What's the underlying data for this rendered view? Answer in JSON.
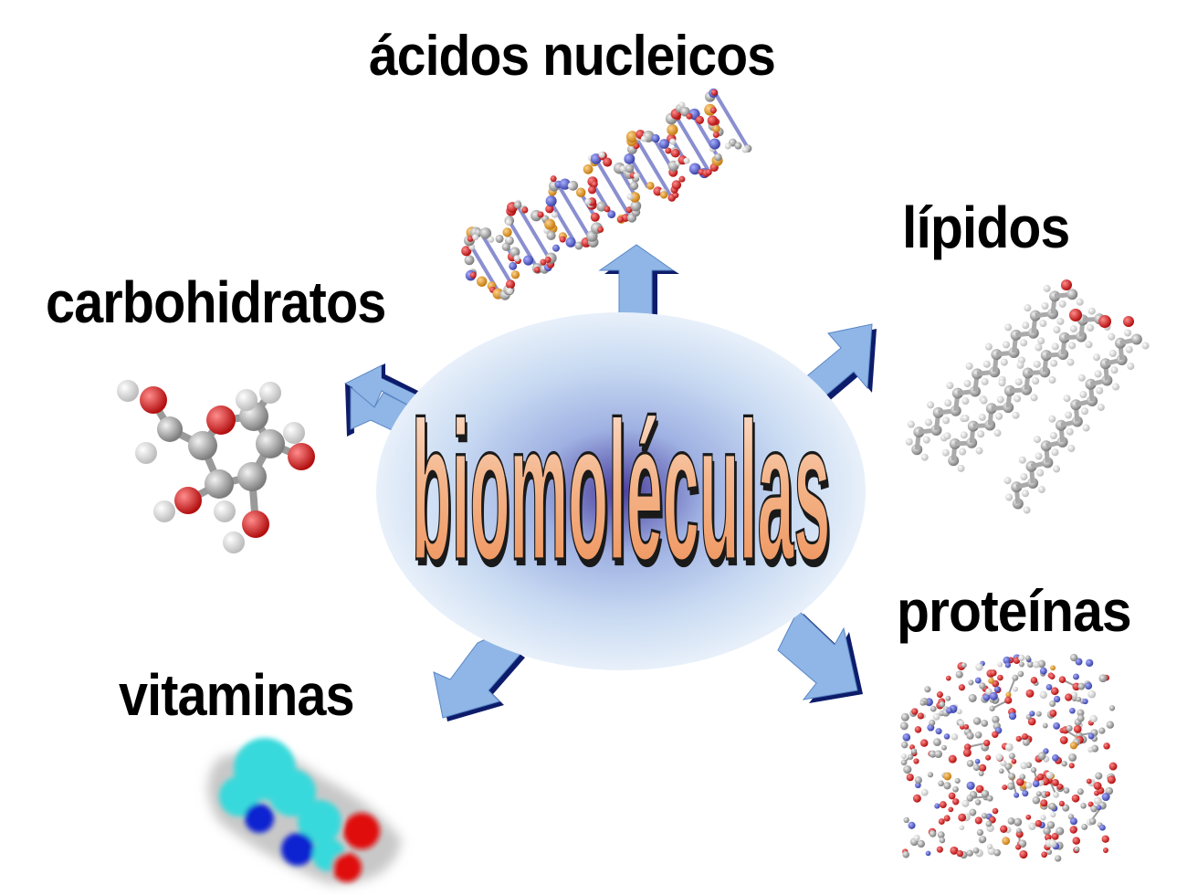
{
  "center": {
    "title": "biomoléculas",
    "fill_gradient": [
      "#e4ecf8",
      "#c8daf2",
      "#9fb1e2",
      "#4a3f9f"
    ],
    "text_gradient": [
      "#ffffff",
      "#f4b58a",
      "#f08a4e"
    ]
  },
  "categories": {
    "acidos": {
      "label": "ácidos nucleicos",
      "icon": "dna-double-helix-icon"
    },
    "lipidos": {
      "label": "lípidos",
      "icon": "lipid-chain-icon"
    },
    "carbohidratos": {
      "label": "carbohidratos",
      "icon": "glucose-ring-icon"
    },
    "vitaminas": {
      "label": "vitaminas",
      "icon": "vitamin-molecule-icon"
    },
    "proteinas": {
      "label": "proteínas",
      "icon": "protein-structure-icon"
    }
  },
  "colors": {
    "arrow_fill": "#8fb6e6",
    "arrow_edge": "#1a2a7a",
    "atom_oxygen": "#d81e1e",
    "atom_carbon": "#a9a9a9",
    "atom_hydrogen": "#f0f0f0",
    "atom_nitrogen": "#5a63c9",
    "atom_phosphorus": "#e09a28",
    "vitamin_cyan": "#38d9dc",
    "vitamin_blue": "#1020d0"
  }
}
